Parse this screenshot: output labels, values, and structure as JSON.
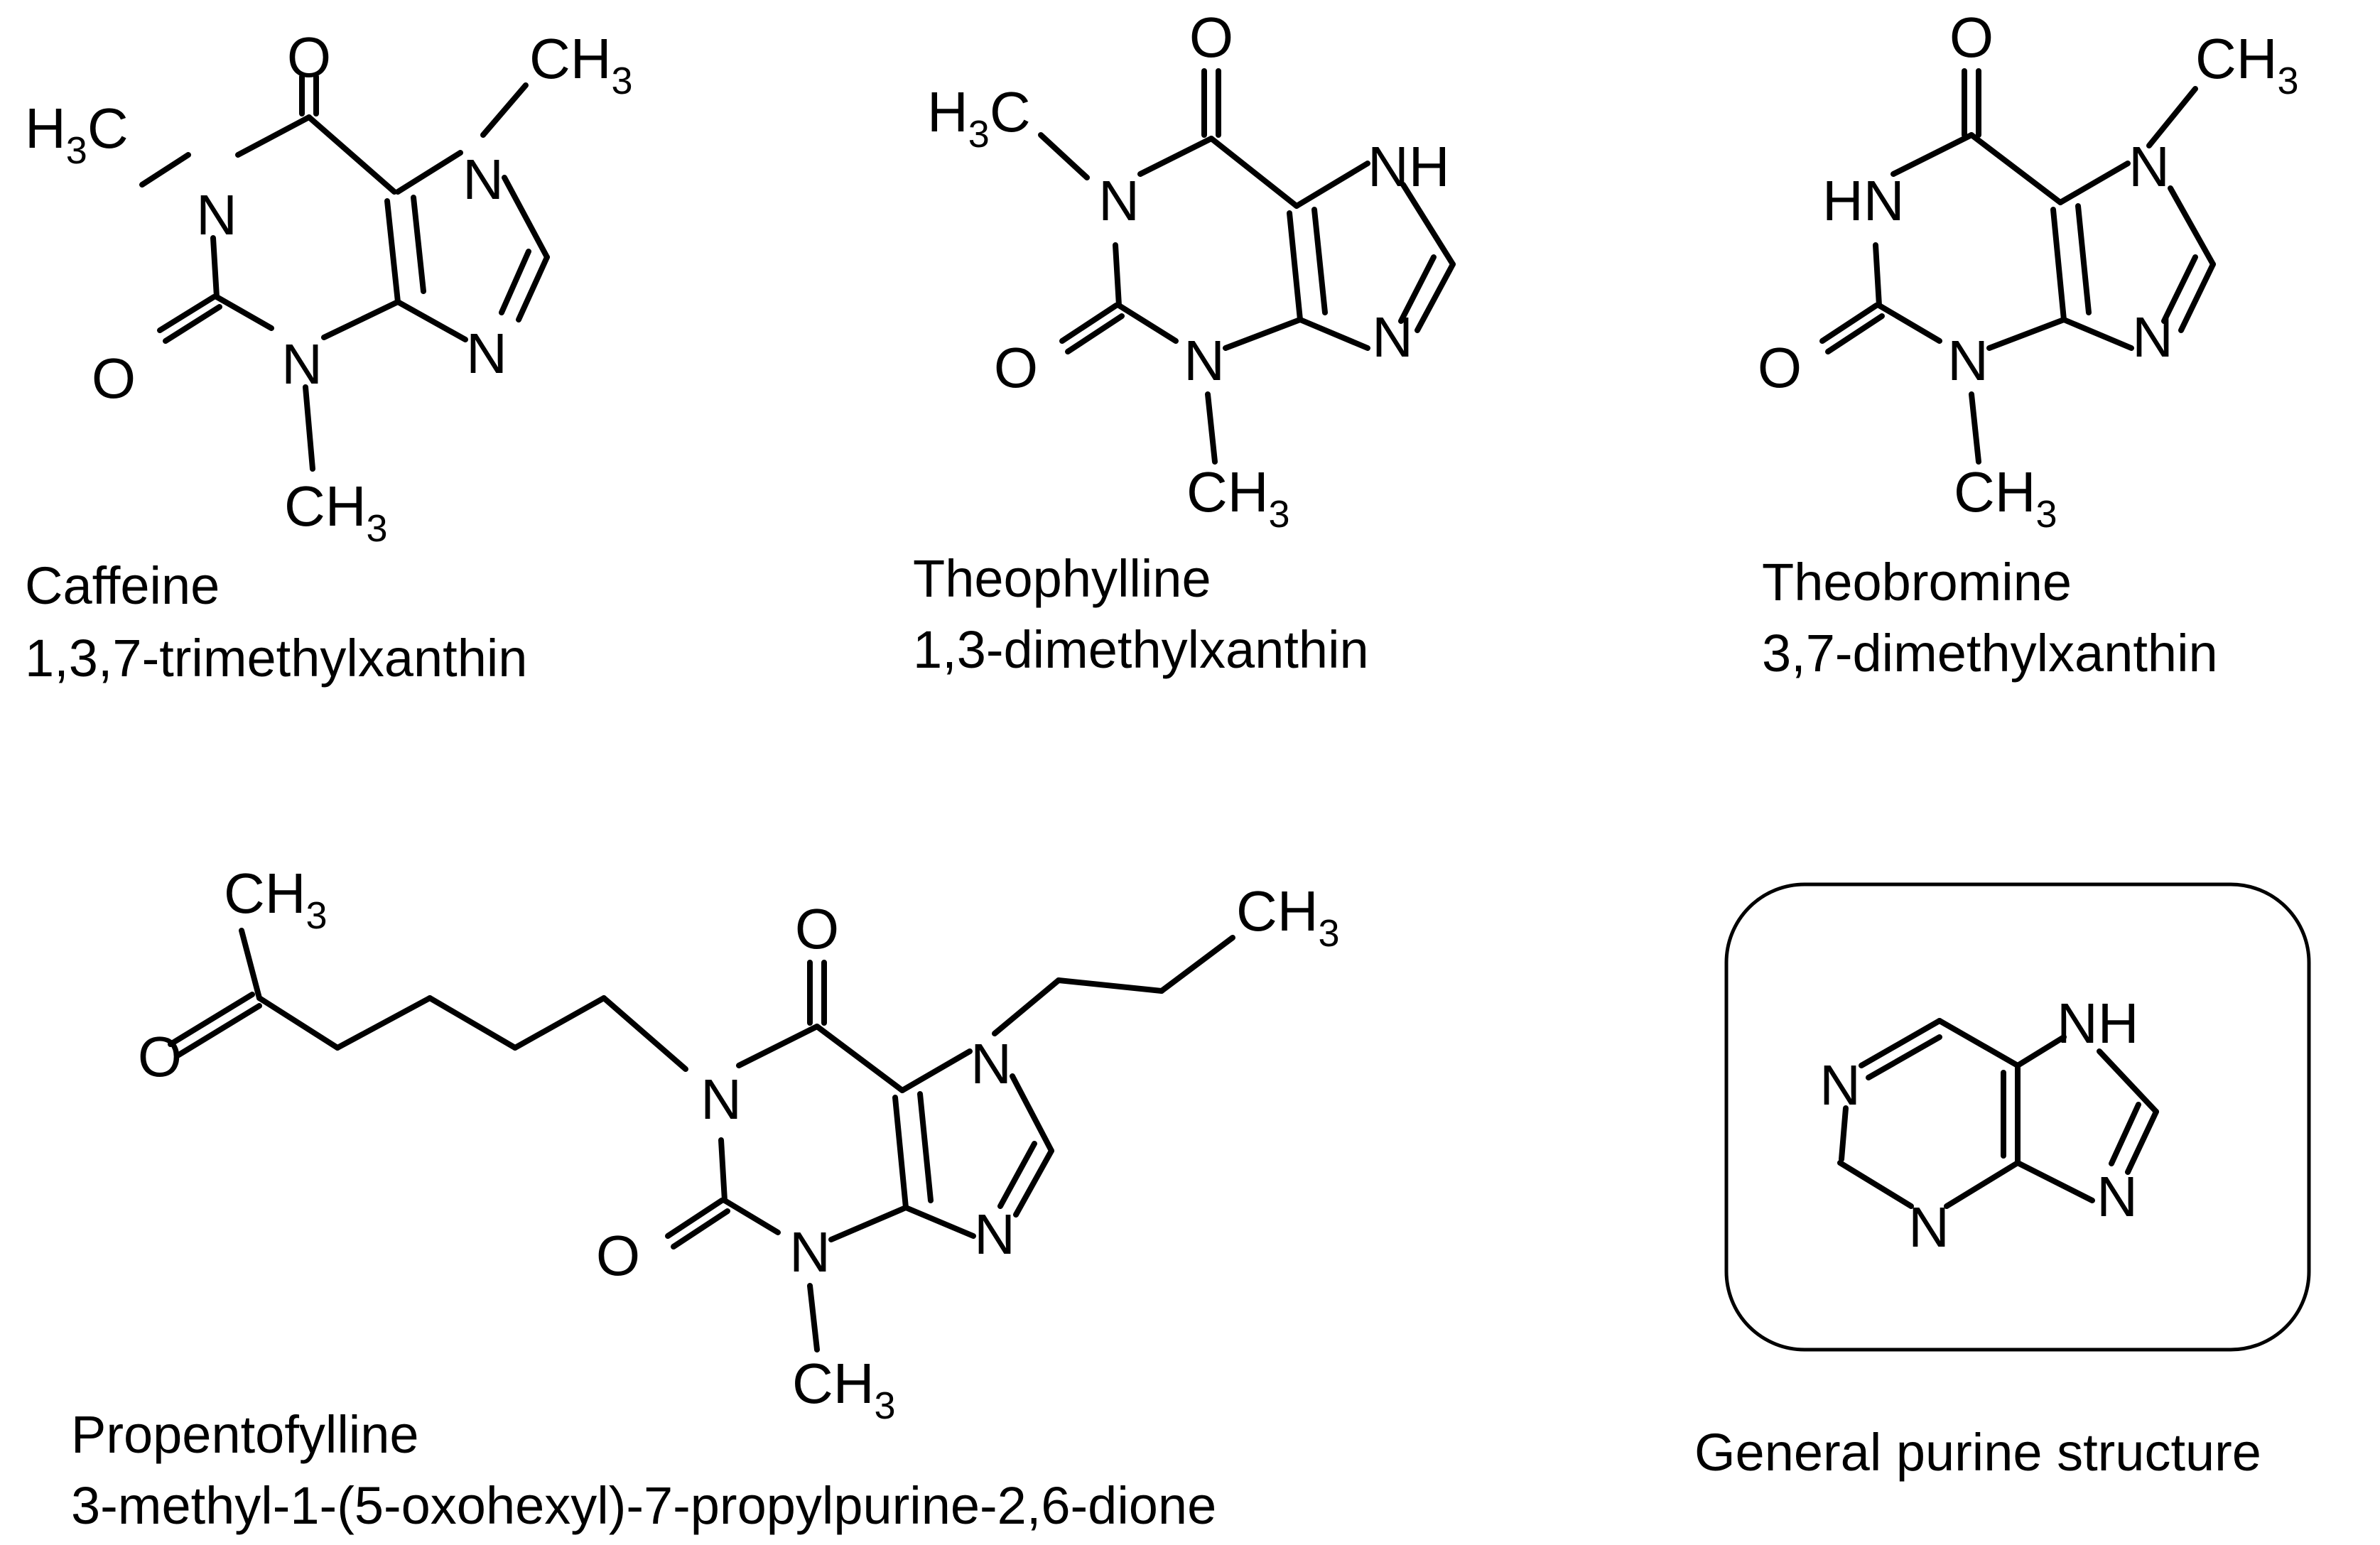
{
  "atoms": {
    "oxygen": "O",
    "nitrogen": "N",
    "nh": "NH",
    "hn": "HN",
    "methyl": "CH",
    "methyl_left": "H",
    "methyl_left_tail": "C",
    "subscript_3": "3"
  },
  "molecules": [
    {
      "name": "Caffeine",
      "iupac": "1,3,7-trimethylxanthin"
    },
    {
      "name": "Theophylline",
      "iupac": "1,3-dimethylxanthin"
    },
    {
      "name": "Theobromine",
      "iupac": "3,7-dimethylxanthin"
    },
    {
      "name": "Propentofylline",
      "iupac": "3-methyl-1-(5-oxohexyl)-7-propylpurine-2,6-dione"
    }
  ],
  "purine": {
    "caption": "General purine structure"
  },
  "colors": {
    "ink": "#000000",
    "background": "#ffffff"
  }
}
